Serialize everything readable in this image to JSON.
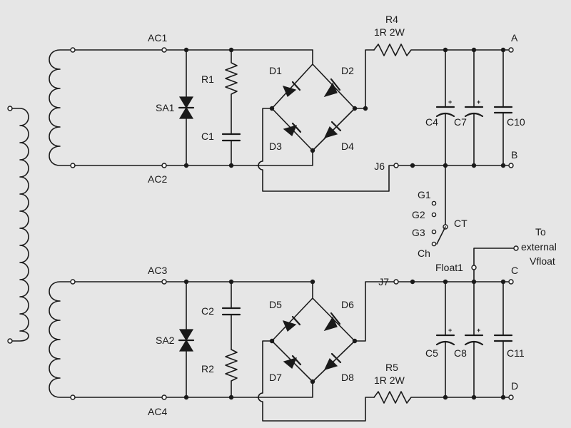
{
  "labels": {
    "ac1": "AC1",
    "ac2": "AC2",
    "ac3": "AC3",
    "ac4": "AC4",
    "r1": "R1",
    "r2": "R2",
    "c1": "C1",
    "c2": "C2",
    "sa1": "SA1",
    "sa2": "SA2",
    "d1": "D1",
    "d2": "D2",
    "d3": "D3",
    "d4": "D4",
    "d5": "D5",
    "d6": "D6",
    "d7": "D7",
    "d8": "D8",
    "r4": "R4",
    "r4v": "1R 2W",
    "r5": "R5",
    "r5v": "1R 2W",
    "c4": "C4",
    "c7": "C7",
    "c10": "C10",
    "c5": "C5",
    "c8": "C8",
    "c11": "C11",
    "a": "A",
    "b": "B",
    "c": "C",
    "d": "D",
    "j6": "J6",
    "j7": "J7",
    "g1": "G1",
    "g2": "G2",
    "g3": "G3",
    "ch": "Ch",
    "ct": "CT",
    "float1": "Float1",
    "ext1": "To",
    "ext2": "external",
    "ext3": "Vfloat",
    "plus": "+"
  }
}
